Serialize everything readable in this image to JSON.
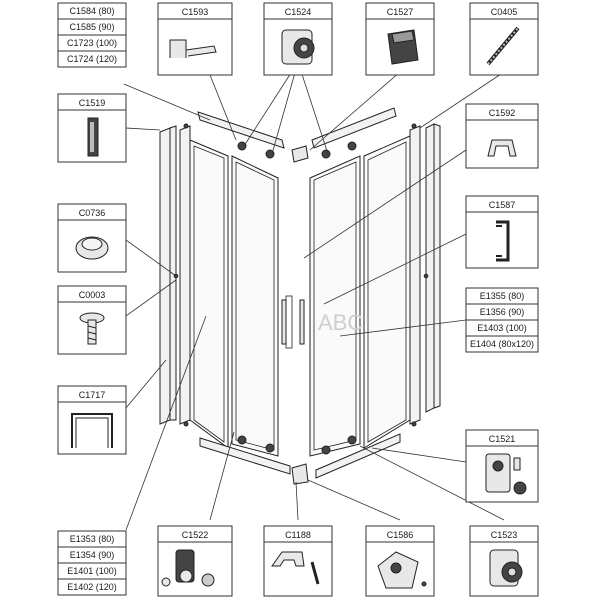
{
  "labels": {
    "C1584": "C1584 (80)",
    "C1585": "C1585 (90)",
    "C1723": "C1723 (100)",
    "C1724": "C1724 (120)",
    "C1593": "C1593",
    "C1524": "C1524",
    "C1527": "C1527",
    "C0405": "C0405",
    "C1519": "C1519",
    "C1592": "C1592",
    "C0736": "C0736",
    "C1587": "C1587",
    "C0003": "C0003",
    "E1355": "E1355 (80)",
    "E1356": "E1356 (90)",
    "E1403": "E1403 (100)",
    "E1404": "E1404 (80x120)",
    "C1717": "C1717",
    "C1521": "C1521",
    "E1353": "E1353 (80)",
    "E1354": "E1354 (90)",
    "E1401": "E1401 (100)",
    "E1402": "E1402 (120)",
    "C1522": "C1522",
    "C1188": "C1188",
    "C1586": "C1586",
    "C1523": "C1523"
  },
  "watermark": "ABC"
}
